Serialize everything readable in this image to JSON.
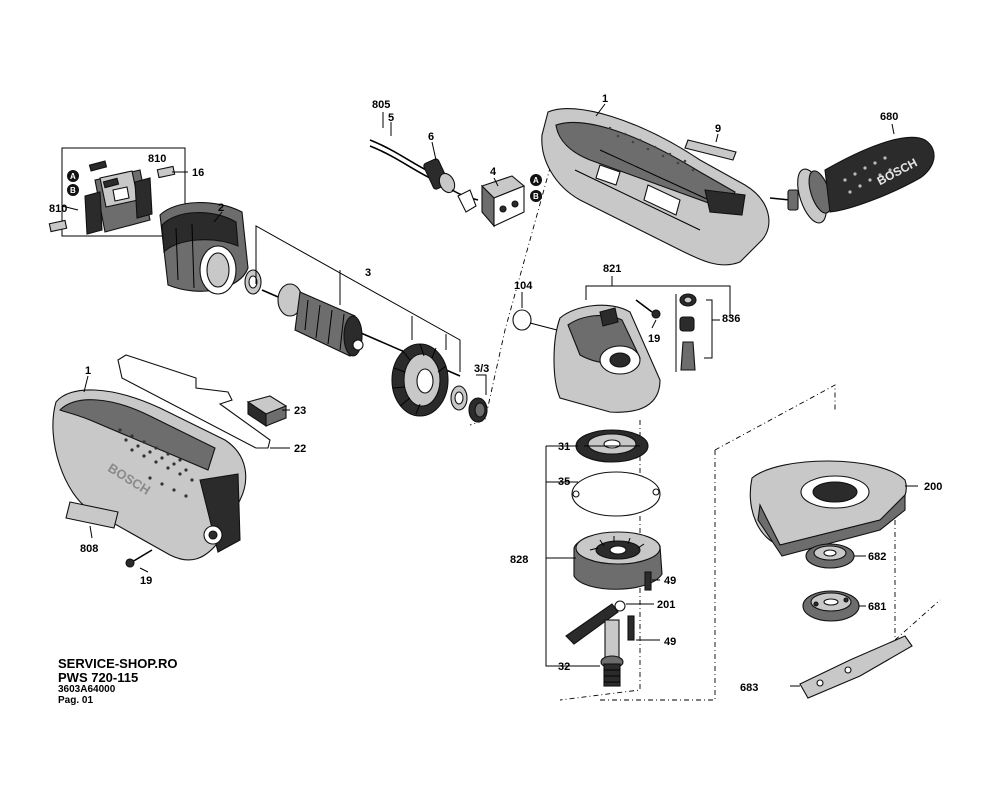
{
  "callouts": {
    "c805": "805",
    "c5": "5",
    "c6": "6",
    "c4": "4",
    "c1_top": "1",
    "c9": "9",
    "c680": "680",
    "c810_top": "810",
    "c16": "16",
    "c810_left": "810",
    "c2": "2",
    "c3": "3",
    "c3_3": "3/3",
    "c104": "104",
    "c821": "821",
    "c19_mid": "19",
    "c836": "836",
    "c1_left": "1",
    "c23": "23",
    "c22": "22",
    "c808": "808",
    "c19_left": "19",
    "c31": "31",
    "c35": "35",
    "c828": "828",
    "c49_a": "49",
    "c201": "201",
    "c49_b": "49",
    "c32": "32",
    "c200": "200",
    "c682": "682",
    "c681": "681",
    "c683": "683"
  },
  "markers": {
    "a_left": "A",
    "b_left": "B",
    "a_right": "A",
    "b_right": "B"
  },
  "embossing": {
    "brand_handle": "BOSCH",
    "brand_housing": "BOSCH"
  },
  "footer": {
    "shop": "SERVICE-SHOP.RO",
    "model": "PWS 720-115",
    "part_number": "3603A64000",
    "page": "Pag. 01"
  }
}
